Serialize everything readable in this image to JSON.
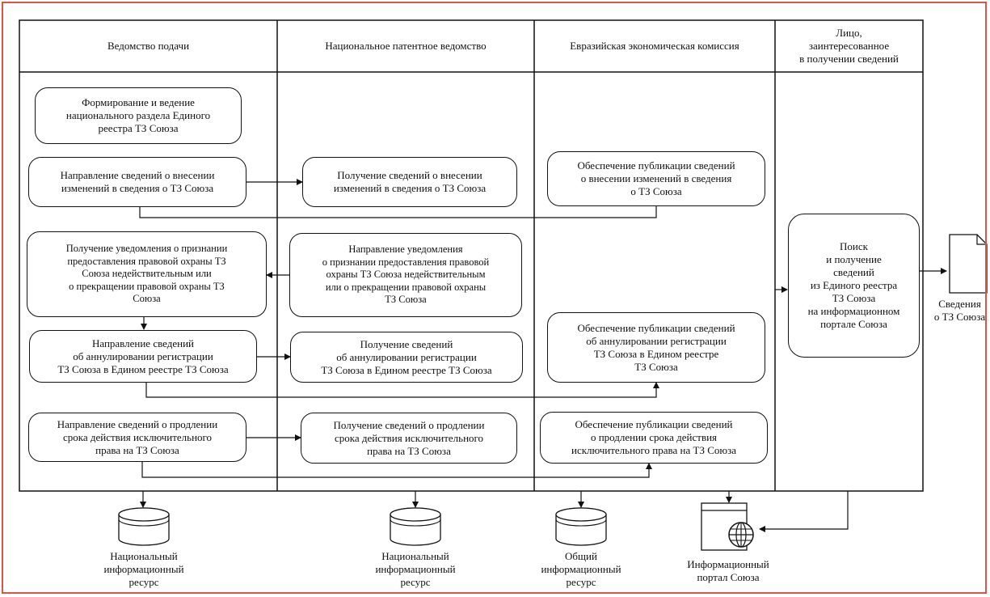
{
  "lanes": [
    {
      "id": "filing",
      "header": "Ведомство подачи"
    },
    {
      "id": "national",
      "header": "Национальное патентное ведомство"
    },
    {
      "id": "commission",
      "header": "Евразийская экономическая комиссия"
    },
    {
      "id": "person",
      "header": "Лицо,\nзаинтересованное\nв получении сведений"
    }
  ],
  "boxes": {
    "b1": "Формирование и ведение\nнационального раздела Единого\nреестра ТЗ Союза",
    "b2": "Направление сведений о внесении\nизменений в сведения о ТЗ Союза",
    "b3": "Получение сведений о внесении\nизменений в сведения о ТЗ Союза",
    "b4": "Обеспечение публикации сведений\nо внесении изменений в сведения\nо ТЗ Союза",
    "b5": "Получение уведомления о признании\nпредоставления правовой охраны ТЗ\nСоюза недействительным или\nо прекращении правовой охраны ТЗ\nСоюза",
    "b6": "Направление уведомления\nо признании предоставления правовой\nохраны ТЗ Союза недействительным\nили о прекращении правовой охраны\nТЗ Союза",
    "b7": "Направление сведений\nоб аннулировании регистрации\nТЗ Союза в Едином реестре ТЗ Союза",
    "b8": "Получение сведений\nоб аннулировании регистрации\nТЗ Союза в Едином реестре ТЗ Союза",
    "b9": "Обеспечение публикации сведений\nоб аннулировании регистрации\nТЗ Союза в Едином реестре\nТЗ Союза",
    "b10": "Направление сведений о продлении\nсрока действия исключительного\nправа на ТЗ Союза",
    "b11": "Получение сведений о продлении\nсрока действия исключительного\nправа на ТЗ Союза",
    "b12": "Обеспечение публикации сведений\nо продлении срока действия\nисключительного права на ТЗ Союза",
    "b13": "Поиск\nи получение\nсведений\nиз Единого реестра\nТЗ Союза\nна информационном\nпортале Союза"
  },
  "resources": {
    "r1": "Национальный\nинформационный\nресурс",
    "r2": "Национальный\nинформационный\nресурс",
    "r3": "Общий\nинформационный\nресурс",
    "r4": "Информационный\nпортал Союза"
  },
  "output_doc": "Сведения\nо ТЗ Союза",
  "icons": {
    "database": "database-icon",
    "document": "document-icon",
    "globe": "globe-icon",
    "window": "web-window-icon"
  },
  "colors": {
    "frame": "#d9534f",
    "line": "#111111"
  }
}
